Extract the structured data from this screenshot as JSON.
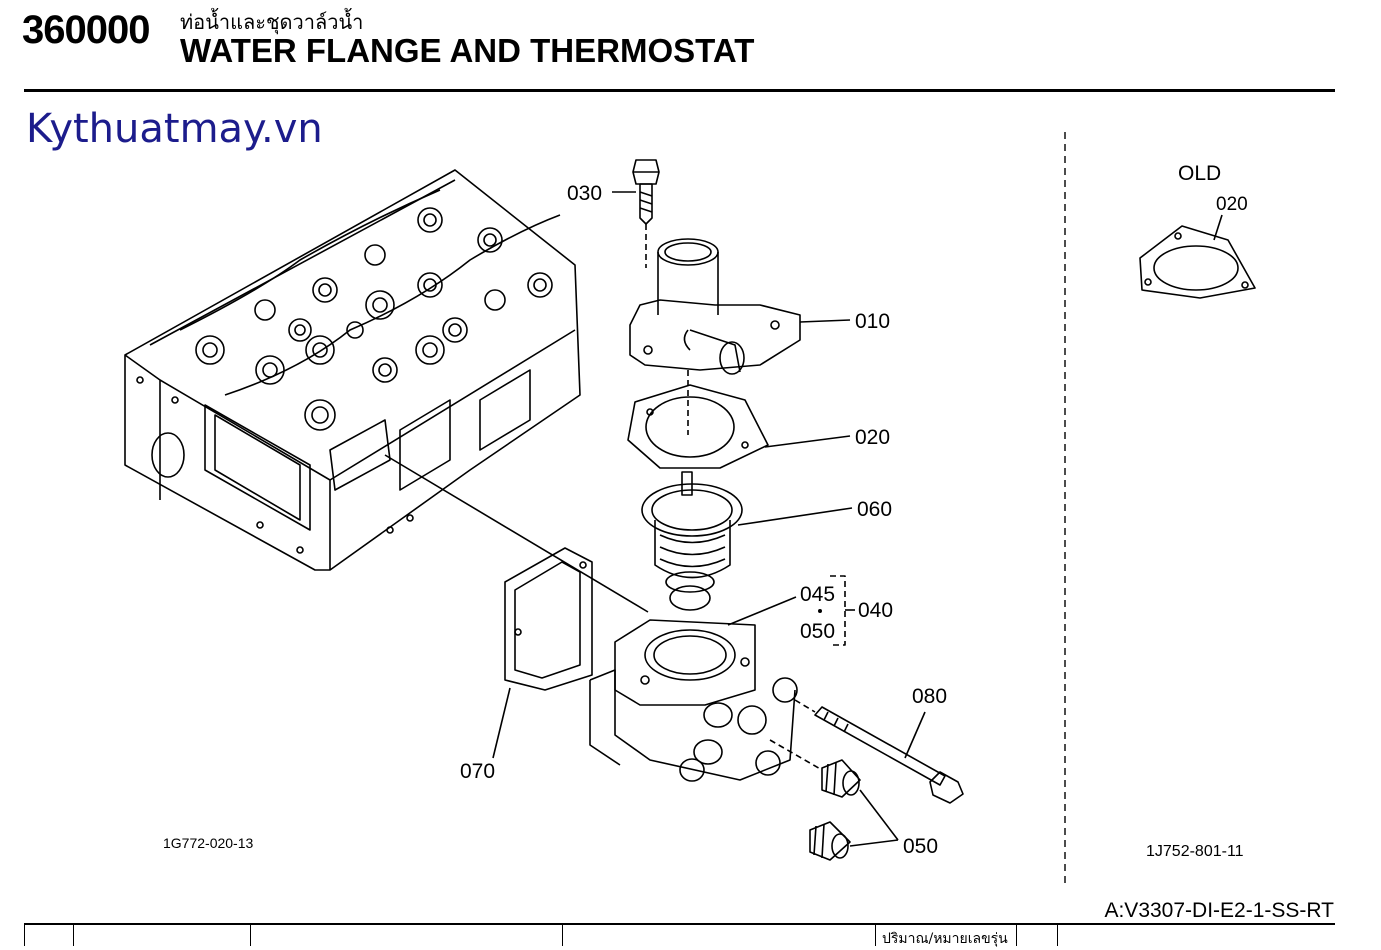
{
  "header": {
    "code": "360000",
    "thai_title": "ท่อน้ำและชุดวาล์วน้ำ",
    "title": "WATER FLANGE AND THERMOSTAT",
    "watermark": "Kythuatmay.vn"
  },
  "diagram": {
    "main_ref": "1G772-020-13",
    "old_section_label": "OLD",
    "old_ref": "1J752-801-11",
    "callouts": {
      "p010": "010",
      "p020": "020",
      "p030": "030",
      "p040": "040",
      "p045": "045",
      "p050a": "050",
      "p050b": "050",
      "p060": "060",
      "p070": "070",
      "p080": "080",
      "old_p020": "020"
    }
  },
  "footer": {
    "model": "A:V3307-DI-E2-1-SS-RT",
    "qty_header": "ปริมาณ/หมายเลขรุ่น"
  }
}
